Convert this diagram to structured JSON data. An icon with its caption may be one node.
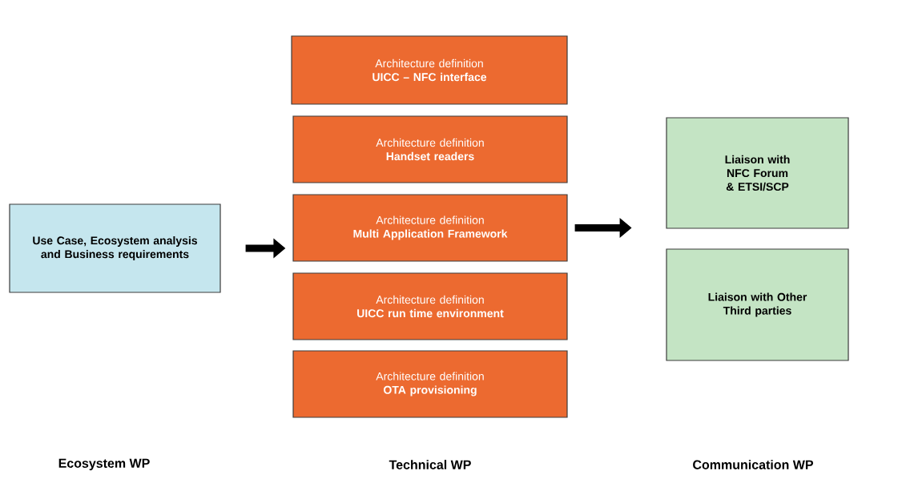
{
  "diagram": {
    "nodes": [
      {
        "text": [
          "Use Case, Ecosystem analysis and Business requirements"
        ]
      },
      {
        "text": [
          "Architecture definition",
          "UICC – NFC interface"
        ]
      },
      {
        "text": [
          "Architecture definition",
          "Handset readers"
        ]
      },
      {
        "text": [
          "Architecture definition",
          "Multi Application Framework"
        ]
      },
      {
        "text": [
          "Architecture definition",
          "UICC run time environment"
        ]
      },
      {
        "text": [
          "Architecture definition",
          "OTA provisioning"
        ]
      },
      {
        "text": [
          "Liaison with NFC Forum & ETSI/SCP"
        ]
      },
      {
        "text": [
          "Liaison with Other Third parties"
        ]
      }
    ],
    "edges": [
      {
        "from": 0,
        "to": 3,
        "arrow": "to"
      },
      {
        "from": 3,
        "to": null,
        "arrow": "to"
      }
    ],
    "labels": [
      "Ecosystem WP",
      "Technical WP",
      "Communication WP"
    ]
  }
}
